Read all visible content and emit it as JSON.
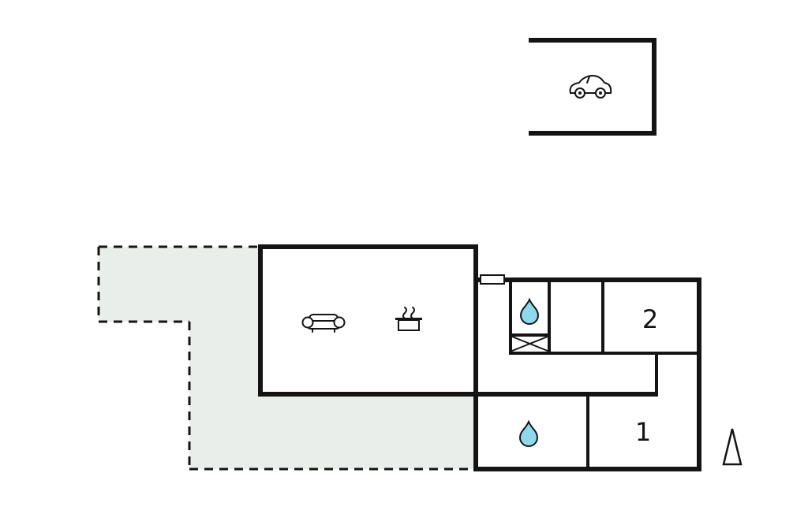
{
  "plan": {
    "type": "floor-plan",
    "rooms": {
      "room1": {
        "label": "1"
      },
      "room2": {
        "label": "2"
      }
    }
  },
  "colors": {
    "wall": "#141414",
    "terrace_fill": "#e9eeeb",
    "water_drop_fill": "#8fd9ea",
    "icon_stroke": "#141414",
    "background": "#ffffff"
  },
  "icons": {
    "garage": "car-icon",
    "living_area_seating": "sofa-icon",
    "living_area_kitchen": "cooking-pot-icon",
    "bathroom_top": "water-drop-icon",
    "bathroom_bottom": "water-drop-icon",
    "utility_cell": "crossed-box-icon",
    "orientation": "north-arrow-icon",
    "entrance": "door-marker-icon"
  }
}
